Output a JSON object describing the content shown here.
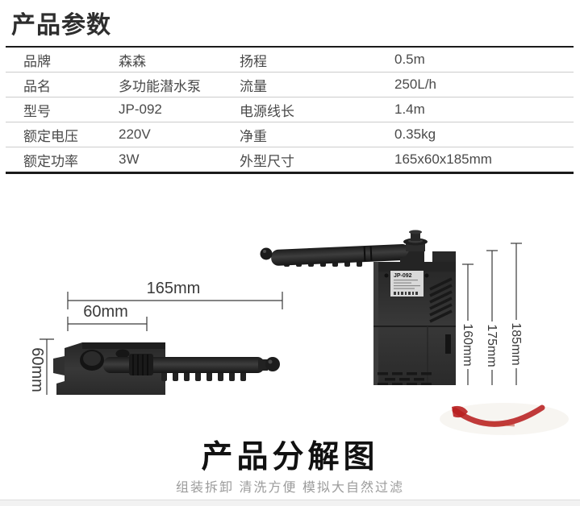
{
  "page": {
    "params_title": "产品参数",
    "exploded_title": "产品分解图",
    "exploded_subtitle": "组装拆卸 清洗方便 模拟大自然过滤"
  },
  "spec_table": {
    "rows": [
      {
        "label1": "品牌",
        "value1": "森森",
        "label2": "扬程",
        "value2": "0.5m"
      },
      {
        "label1": "品名",
        "value1": "多功能潜水泵",
        "label2": "流量",
        "value2": "250L/h"
      },
      {
        "label1": "型号",
        "value1": "JP-092",
        "label2": "电源线长",
        "value2": "1.4m"
      },
      {
        "label1": "额定电压",
        "value1": "220V",
        "label2": "净重",
        "value2": "0.35kg"
      },
      {
        "label1": "额定功率",
        "value1": "3W",
        "label2": "外型尺寸",
        "value2": "165x60x185mm"
      }
    ]
  },
  "diagram": {
    "top_view": {
      "length_label": "165mm",
      "outlet_label": "60mm",
      "depth_label": "60mm"
    },
    "front_view": {
      "device_label": "JP-092",
      "dims": [
        "160mm",
        "175mm",
        "185mm"
      ]
    }
  },
  "colors": {
    "stamp_red": "#b82020",
    "pump_body": "#2f2f2f",
    "dim_line": "#3a3a3a"
  }
}
